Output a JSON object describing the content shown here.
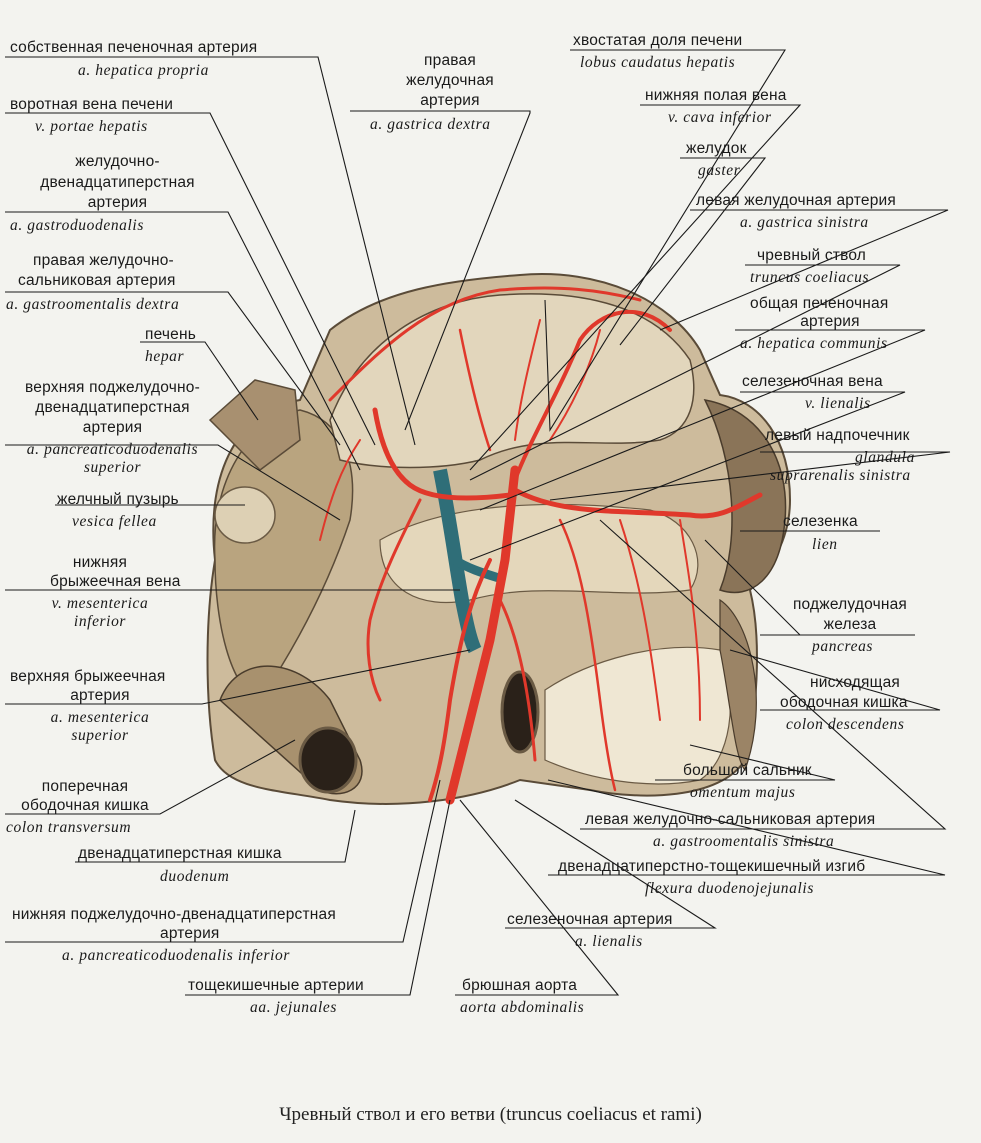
{
  "caption": "Чревный ствол и его ветви (truncus coeliacus et rami)",
  "labels": {
    "hepatica_propria": {
      "ru": "собственная печеночная артерия",
      "la": "a. hepatica propria"
    },
    "portae": {
      "ru": "воротная вена печени",
      "la": "v. portae hepatis"
    },
    "gastroduodenalis": {
      "ru1": "желудочно-",
      "ru2": "двенадцатиперстная",
      "ru3": "артерия",
      "la": "a. gastroduodenalis"
    },
    "gastroomentalis_dextra": {
      "ru1": "правая желудочно-",
      "ru2": "сальниковая артерия",
      "la": "a. gastroomentalis dextra"
    },
    "hepar": {
      "ru": "печень",
      "la": "hepar"
    },
    "pancreaticoduodenalis_superior": {
      "ru1": "верхняя поджелудочно-",
      "ru2": "двенадцатиперстная",
      "ru3": "артерия",
      "la1": "a. pancreaticoduodenalis",
      "la2": "superior"
    },
    "vesica": {
      "ru": "желчный пузырь",
      "la": "vesica fellea"
    },
    "mesenterica_inferior": {
      "ru1": "нижняя",
      "ru2": "брыжеечная вена",
      "la1": "v. mesenterica",
      "la2": "inferior"
    },
    "mesenterica_superior": {
      "ru1": "верхняя брыжеечная",
      "ru2": "артерия",
      "la1": "a. mesenterica",
      "la2": "superior"
    },
    "colon_transversum": {
      "ru1": "поперечная",
      "ru2": "ободочная кишка",
      "la": "colon transversum"
    },
    "duodenum": {
      "ru": "двенадцатиперстная кишка",
      "la": "duodenum"
    },
    "pancreaticoduodenalis_inferior": {
      "ru1": "нижняя поджелудочно-двенадцатиперстная",
      "ru2": "артерия",
      "la": "a. pancreaticoduodenalis inferior"
    },
    "jejunales": {
      "ru": "тощекишечные артерии",
      "la": "aa. jejunales"
    },
    "gastrica_dextra": {
      "ru1": "правая",
      "ru2": "желудочная",
      "ru3": "артерия",
      "la": "a. gastrica dextra"
    },
    "caudatus": {
      "ru": "хвостатая доля печени",
      "la": "lobus caudatus hepatis"
    },
    "cava": {
      "ru": "нижняя полая вена",
      "la": "v. cava inferior"
    },
    "gaster": {
      "ru": "желудок",
      "la": "gaster"
    },
    "gastrica_sinistra": {
      "ru": "левая желудочная артерия",
      "la": "a. gastrica sinistra"
    },
    "coeliacus": {
      "ru": "чревный ствол",
      "la": "truncus coeliacus"
    },
    "hepatica_communis": {
      "ru1": "общая печеночная",
      "ru2": "артерия",
      "la": "a. hepatica communis"
    },
    "lienalis_vena": {
      "ru": "селезеночная вена",
      "la": "v. lienalis"
    },
    "suprarenalis": {
      "ru": "левый надпочечник",
      "la1": "glandula",
      "la2": "suprarenalis sinistra"
    },
    "lien": {
      "ru": "селезенка",
      "la": "lien"
    },
    "pancreas": {
      "ru1": "поджелудочная",
      "ru2": "железа",
      "la": "pancreas"
    },
    "colon_descendens": {
      "ru1": "нисходящая",
      "ru2": "ободочная кишка",
      "la": "colon descendens"
    },
    "omentum": {
      "ru": "большой сальник",
      "la": "omentum majus"
    },
    "gastroomentalis_sinistra": {
      "ru": "левая желудочно-сальниковая артерия",
      "la": "a. gastroomentalis sinistra"
    },
    "flexura": {
      "ru": "двенадцатиперстно-тощекишечный изгиб",
      "la": "flexura duodenojejunalis"
    },
    "lienalis_arteria": {
      "ru": "селезеночная артерия",
      "la": "a. lienalis"
    },
    "aorta": {
      "ru": "брюшная аорта",
      "la": "aorta abdominalis"
    }
  },
  "colors": {
    "artery": "#e0382b",
    "vein": "#2f6e78",
    "organ": "#c9b89a",
    "organ_dark": "#7a6a55",
    "line": "#1a1a1a"
  }
}
